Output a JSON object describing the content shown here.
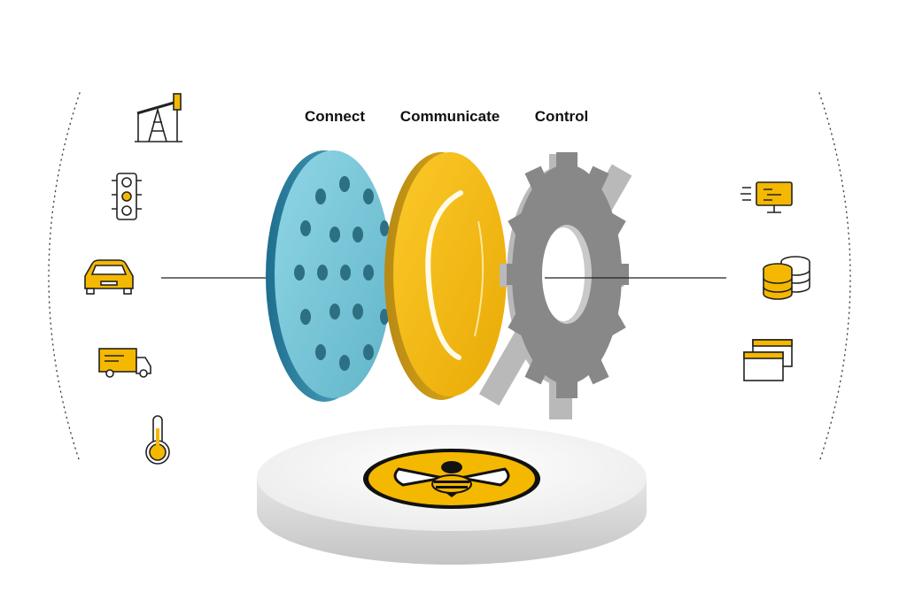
{
  "labels": {
    "connect": "Connect",
    "communicate": "Communicate",
    "control": "Control"
  },
  "colors": {
    "accent": "#F5B800",
    "blue": "#74C6D8",
    "gear": "#8A8A8A",
    "dark": "#111111"
  },
  "left_icons": [
    "oil-pump-icon",
    "traffic-light-icon",
    "car-icon",
    "delivery-truck-icon",
    "thermometer-icon"
  ],
  "right_icons": [
    "monitor-dashboard-icon",
    "database-icon",
    "browser-windows-icon"
  ],
  "logo": "bee-logo"
}
